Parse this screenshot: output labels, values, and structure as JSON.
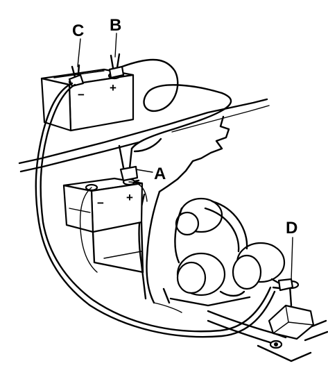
{
  "labels": {
    "a": "A",
    "b": "B",
    "c": "C",
    "d": "D"
  },
  "terminals": {
    "donor_negative": "−",
    "donor_positive": "+",
    "flat_negative": "−",
    "flat_positive": "+"
  }
}
